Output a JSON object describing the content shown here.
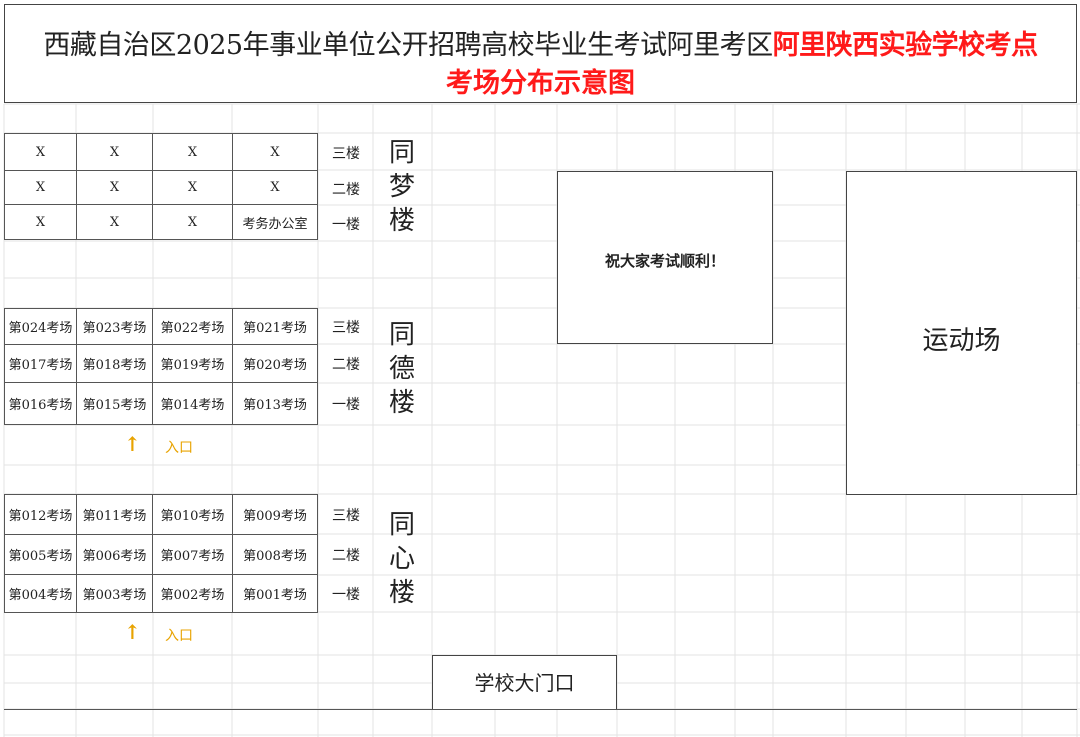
{
  "title": {
    "line1_black": "西藏自治区2025年事业单位公开招聘高校毕业生考试阿里考区",
    "line1_red": "阿里陕西实验学校考点",
    "line2_red": "考场分布示意图"
  },
  "buildings": [
    {
      "name": [
        "同",
        "梦",
        "楼"
      ],
      "floors": [
        {
          "floor": "三楼",
          "rooms": [
            "X",
            "X",
            "X",
            "X"
          ]
        },
        {
          "floor": "二楼",
          "rooms": [
            "X",
            "X",
            "X",
            "X"
          ]
        },
        {
          "floor": "一楼",
          "rooms": [
            "X",
            "X",
            "X",
            "考务办公室"
          ]
        }
      ]
    },
    {
      "name": [
        "同",
        "德",
        "楼"
      ],
      "floors": [
        {
          "floor": "三楼",
          "rooms": [
            "第024考场",
            "第023考场",
            "第022考场",
            "第021考场"
          ]
        },
        {
          "floor": "二楼",
          "rooms": [
            "第017考场",
            "第018考场",
            "第019考场",
            "第020考场"
          ]
        },
        {
          "floor": "一楼",
          "rooms": [
            "第016考场",
            "第015考场",
            "第014考场",
            "第013考场"
          ]
        }
      ]
    },
    {
      "name": [
        "同",
        "心",
        "楼"
      ],
      "floors": [
        {
          "floor": "三楼",
          "rooms": [
            "第012考场",
            "第011考场",
            "第010考场",
            "第009考场"
          ]
        },
        {
          "floor": "二楼",
          "rooms": [
            "第005考场",
            "第006考场",
            "第007考场",
            "第008考场"
          ]
        },
        {
          "floor": "一楼",
          "rooms": [
            "第004考场",
            "第003考场",
            "第002考场",
            "第001考场"
          ]
        }
      ]
    }
  ],
  "entrance": {
    "arrow": "↑",
    "label": "入口"
  },
  "message": "祝大家考试顺利！",
  "sports_field": "运动场",
  "school_gate": "学校大门口",
  "colors": {
    "title_red": "#ff1a1a",
    "entrance": "#e8a300",
    "grid": "#e3e3e3"
  }
}
